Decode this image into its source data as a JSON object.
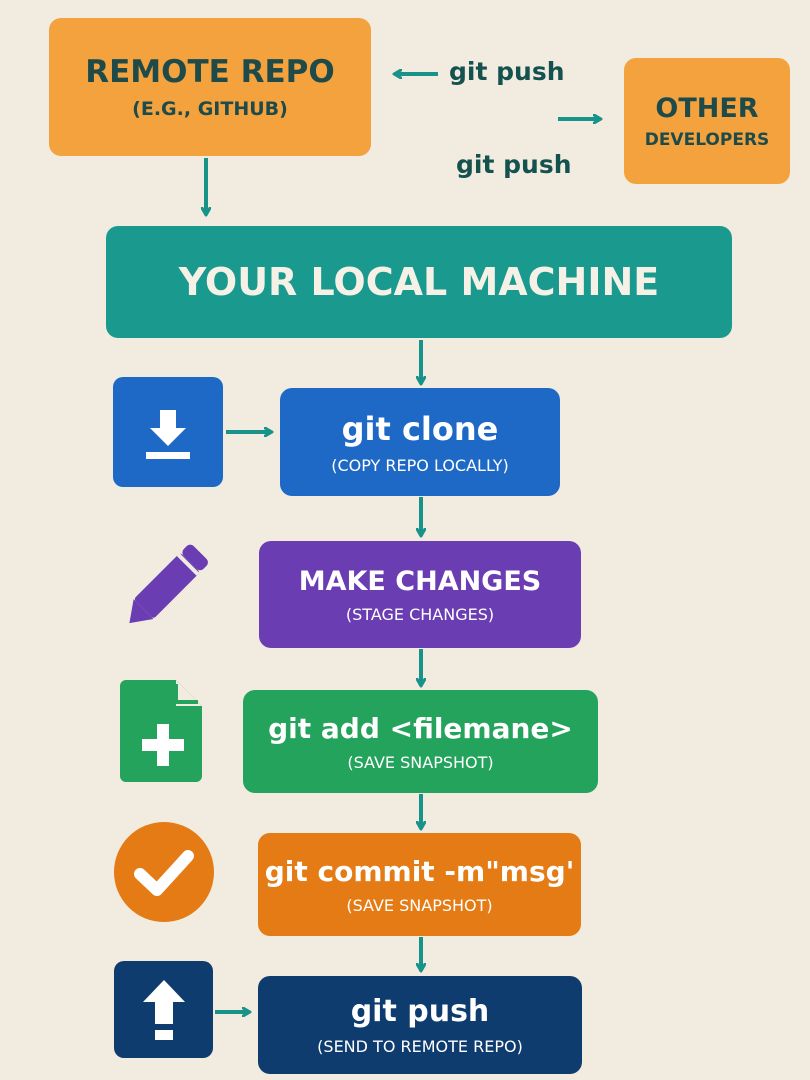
{
  "colors": {
    "background": "#f2ece0",
    "orange_box": "#f3a23e",
    "teal": "#1a9a8f",
    "blue": "#1f69c6",
    "purple": "#6a3db2",
    "green": "#23a35b",
    "orange": "#e47b14",
    "navy": "#0f3c6f",
    "arrow": "#17938a",
    "remote_text": "#1e4a4a"
  },
  "remote": {
    "title": "REMOTE REPO",
    "subtitle": "(E.G., GITHUB)"
  },
  "others": {
    "title": "OTHER",
    "subtitle": "DEVELOPERS"
  },
  "labels": {
    "push_in": "git push",
    "push_out": "git push"
  },
  "local": {
    "title": "YOUR LOCAL MACHINE"
  },
  "steps": [
    {
      "title": "git clone",
      "subtitle": "(COPY REPO LOCALLY)",
      "icon": "download-icon"
    },
    {
      "title": "MAKE CHANGES",
      "subtitle": "(STAGE CHANGES)",
      "icon": "pencil-icon"
    },
    {
      "title": "git add <filemane>",
      "subtitle": "(SAVE SNAPSHOT)",
      "icon": "add-file-icon"
    },
    {
      "title": "git commit -m\"msg'",
      "subtitle": "(SAVE SNAPSHOT)",
      "icon": "checkmark-icon"
    },
    {
      "title": "git push",
      "subtitle": "(SEND TO REMOTE REPO)",
      "icon": "upload-icon"
    }
  ]
}
